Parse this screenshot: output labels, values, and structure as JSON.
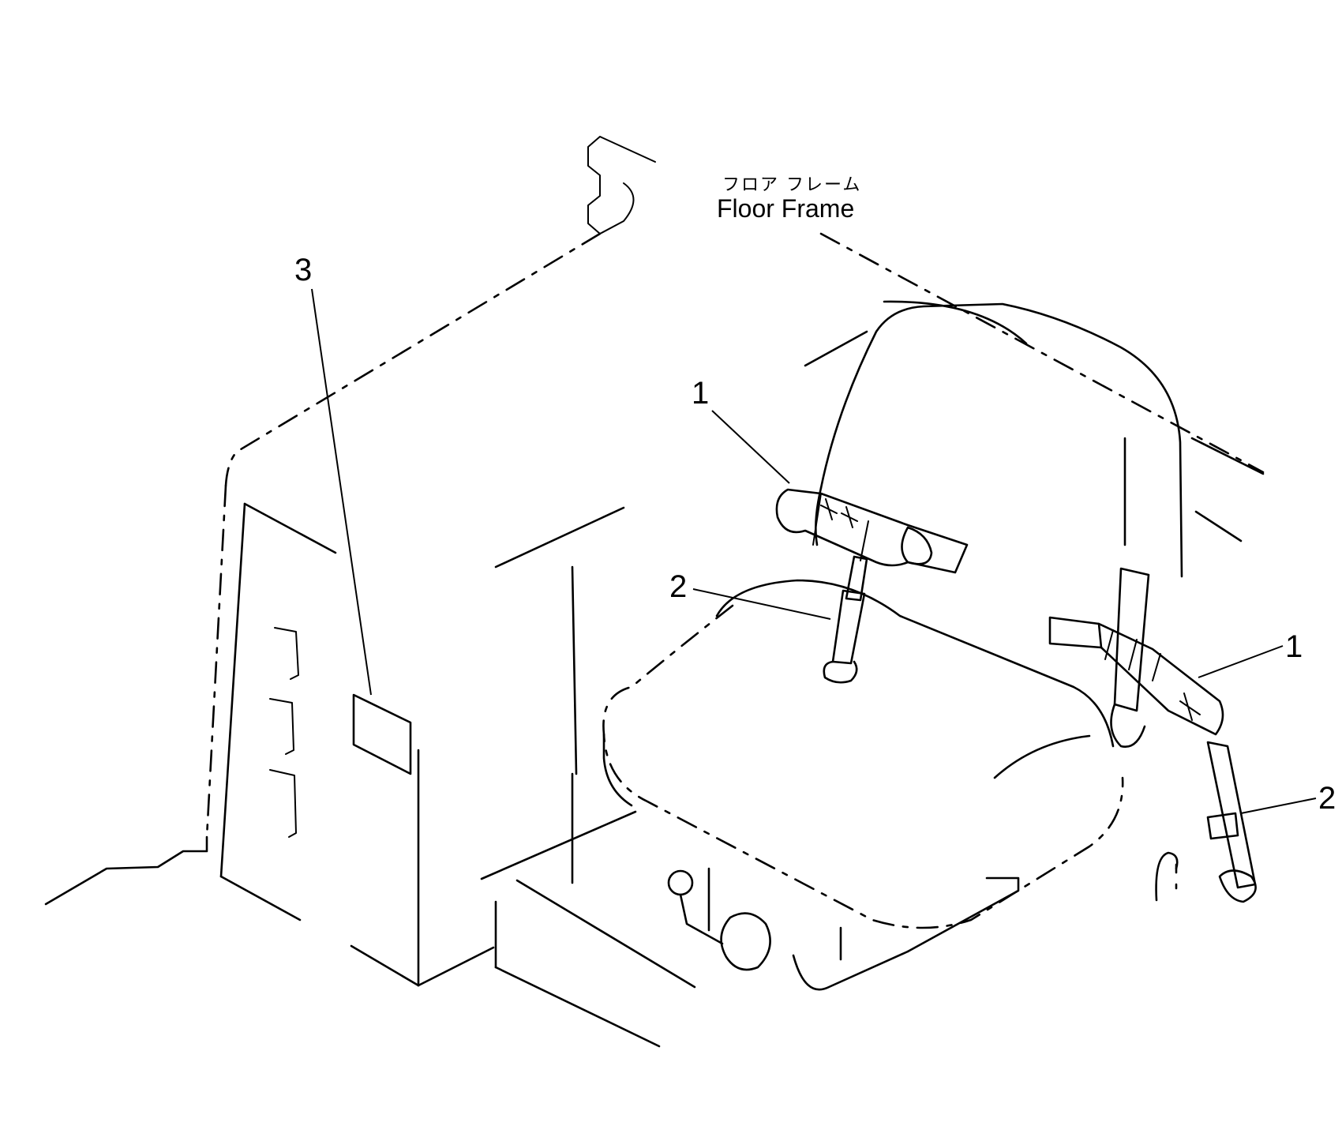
{
  "labels": {
    "floor_frame_jp": "フロア フレーム",
    "floor_frame_en": "Floor Frame"
  },
  "callouts": [
    {
      "id": "seat-belt-left",
      "text": "1"
    },
    {
      "id": "seat-belt-right",
      "text": "1"
    },
    {
      "id": "belt-anchor-left",
      "text": "2"
    },
    {
      "id": "belt-anchor-right",
      "text": "2"
    },
    {
      "id": "label-plate",
      "text": "3"
    }
  ],
  "colors": {
    "ink": "#000000",
    "paper": "#ffffff"
  }
}
